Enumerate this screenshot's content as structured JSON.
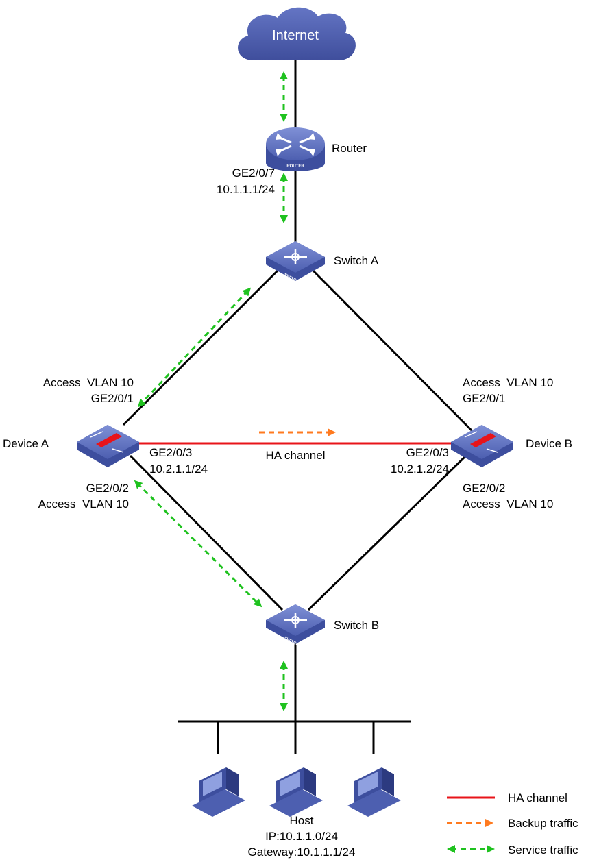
{
  "nodes": {
    "internet": {
      "label": "Internet"
    },
    "router": {
      "label": "Router",
      "badge": "ROUTER"
    },
    "switch_a": {
      "label": "Switch A",
      "badge": "SWITCH"
    },
    "switch_b": {
      "label": "Switch B",
      "badge": "SWITCH"
    },
    "device_a": {
      "label": "Device A"
    },
    "device_b": {
      "label": "Device B"
    },
    "host": {
      "label": "Host",
      "ip": "IP:10.1.1.0/24",
      "gateway": "Gateway:10.1.1.1/24"
    }
  },
  "interfaces": {
    "router_port": "GE2/0/7",
    "router_ip": "10.1.1.1/24",
    "a_access1": "Access  VLAN 10",
    "a_ge1": "GE2/0/1",
    "b_access1": "Access  VLAN 10",
    "b_ge1": "GE2/0/1",
    "a_ge3": "GE2/0/3",
    "a_ip3": "10.2.1.1/24",
    "b_ge3": "GE2/0/3",
    "b_ip3": "10.2.1.2/24",
    "a_ge2": "GE2/0/2",
    "a_access2": "Access  VLAN 10",
    "b_ge2": "GE2/0/2",
    "b_access2": "Access  VLAN 10"
  },
  "ha_channel_label": "HA channel",
  "legend": {
    "ha_channel": "HA channel",
    "backup_traffic": "Backup traffic",
    "service_traffic": "Service traffic"
  },
  "colors": {
    "ha_line": "#e8141a",
    "backup_arrow": "#ff7a1f",
    "service_arrow": "#1fc21f",
    "device_blue": "#4d5fb0",
    "cloud": "#4b5aa8"
  }
}
